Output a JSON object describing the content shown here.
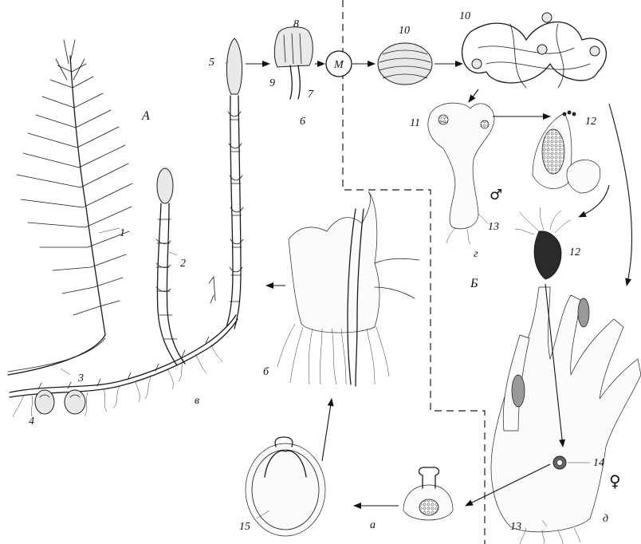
{
  "labels": {
    "section_A": "А",
    "section_B": "Б",
    "meiosis": "М",
    "stage_a": "а",
    "stage_b": "б",
    "stage_v": "в",
    "stage_g": "г",
    "stage_d": "д",
    "n1": "1",
    "n2": "2",
    "n3": "3",
    "n4": "4",
    "n5": "5",
    "n6": "6",
    "n7": "7",
    "n8": "8",
    "n9": "9",
    "n10a": "10",
    "n10b": "10",
    "n11": "11",
    "n12a": "12",
    "n12b": "12",
    "n13a": "13",
    "n13b": "13",
    "n14": "14",
    "n15": "15",
    "male": "♂",
    "female": "♀"
  }
}
